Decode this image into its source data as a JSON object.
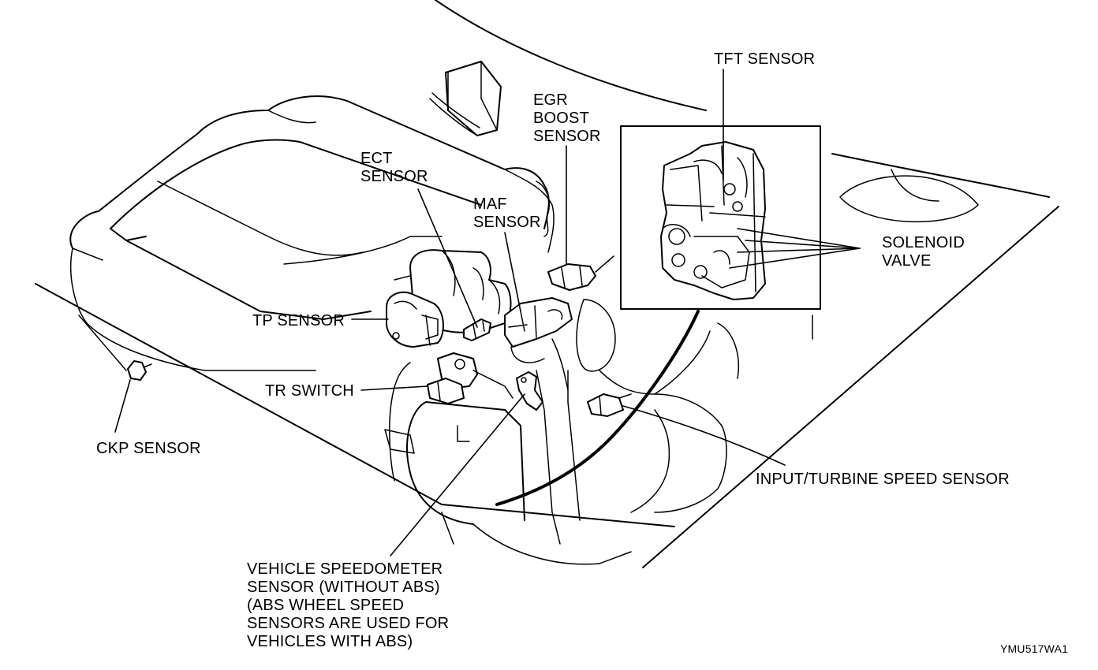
{
  "labels": {
    "tft_sensor": "TFT SENSOR",
    "egr_boost_sensor": "EGR\nBOOST\nSENSOR",
    "ect_sensor": "ECT\nSENSOR",
    "maf_sensor": "MAF\nSENSOR",
    "solenoid_valve": "SOLENOID\nVALVE",
    "tp_sensor": "TP SENSOR",
    "tr_switch": "TR SWITCH",
    "ckp_sensor": "CKP SENSOR",
    "input_turbine_speed_sensor": "INPUT/TURBINE SPEED SENSOR",
    "vehicle_speedometer_sensor": "VEHICLE SPEEDOMETER\nSENSOR (WITHOUT ABS)\n(ABS WHEEL SPEED\nSENSORS ARE USED FOR\nVEHICLES WITH ABS)",
    "figure_code": "YMU517WA1"
  }
}
